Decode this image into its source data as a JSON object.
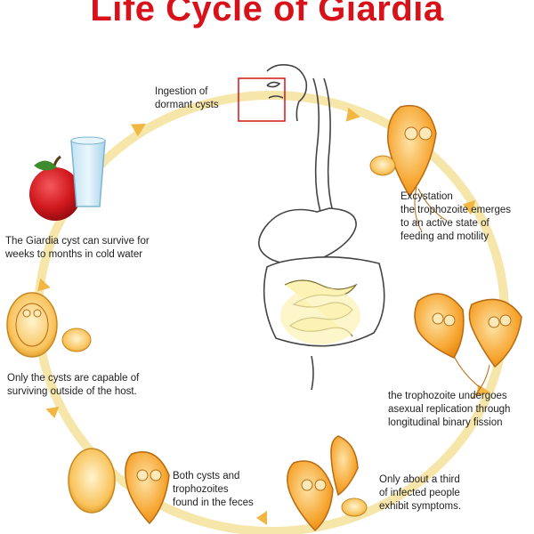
{
  "title": "Life Cycle of Giardia",
  "colors": {
    "title": "#d8121a",
    "cycle_ring": "#f6e3a0",
    "arrow": "#f2b642",
    "organism_fill": "#f7a733",
    "organism_outline": "#b86b10",
    "cyst_fill": "#f9c35c",
    "intestine_fill": "#fbf2b4",
    "apple": "#d0181e"
  },
  "labels": {
    "ingestion": [
      "Ingestion of",
      "dormant cysts"
    ],
    "excystation": [
      "Excystation",
      "the trophozoite emerges",
      "to an active state of",
      "feeding and motility"
    ],
    "cyst_survive": [
      "The Giardia cyst can survive for",
      "weeks to months in cold water"
    ],
    "cysts_outside": [
      "Only the cysts are capable of",
      "surviving outside of the host."
    ],
    "replication": [
      "the trophozoite undergoes",
      "asexual replication through",
      "longitudinal binary fission"
    ],
    "feces": [
      "Both cysts and",
      "trophozoites",
      "found in the feces"
    ],
    "symptoms": [
      "Only about a third",
      "of infected people",
      "exhibit symptoms."
    ]
  },
  "icons": [
    "apple-icon",
    "water-glass-icon",
    "digestive-tract-icon",
    "trophozoite-icon",
    "cyst-icon",
    "cycle-arrow-icon"
  ]
}
